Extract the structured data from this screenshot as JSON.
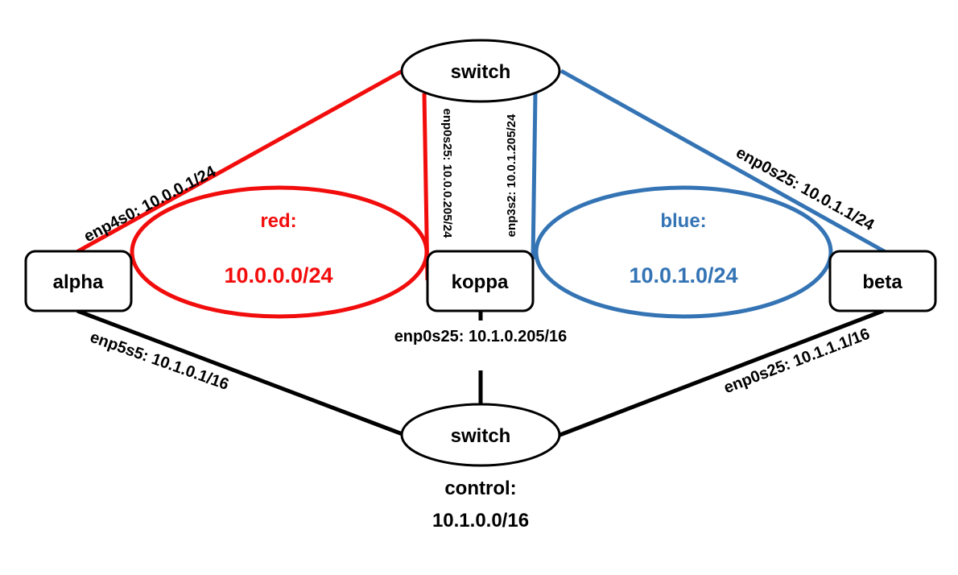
{
  "colors": {
    "red": "#f20d0d",
    "blue": "#3474b4",
    "black": "#000000"
  },
  "nodes": {
    "alpha": "alpha",
    "koppa": "koppa",
    "beta": "beta"
  },
  "switches": {
    "top": "switch",
    "bottom": "switch"
  },
  "networks": {
    "red": {
      "title": "red:",
      "cidr": "10.0.0.0/24"
    },
    "blue": {
      "title": "blue:",
      "cidr": "10.0.1.0/24"
    },
    "control": {
      "title": "control:",
      "cidr": "10.1.0.0/16"
    }
  },
  "interfaces": {
    "alpha_red": "enp4s0: 10.0.0.1/24",
    "koppa_red": "enp0s25: 10.0.0.205/24",
    "koppa_blue": "enp3s2: 10.0.1.205/24",
    "beta_blue": "enp0s25: 10.0.1.1/24",
    "alpha_control": "enp5s5: 10.1.0.1/16",
    "koppa_control": "enp0s25: 10.1.0.205/16",
    "beta_control": "enp0s25: 10.1.1.1/16"
  }
}
